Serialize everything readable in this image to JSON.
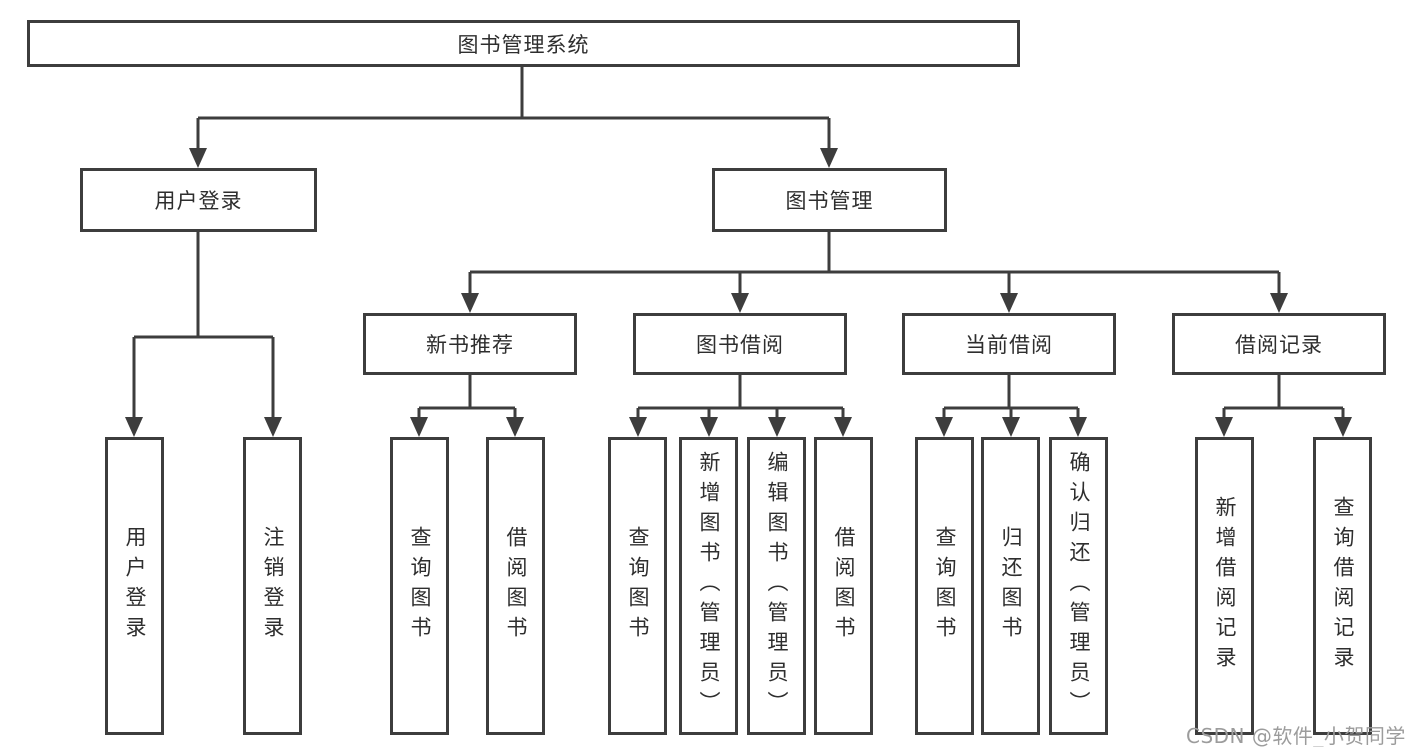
{
  "page": {
    "watermark": "CSDN @软件_小贺同学",
    "colors": {
      "background": "#ffffff",
      "line": "#3d3d3d",
      "box_border": "#3d3d3d",
      "text": "#2e2e2e",
      "watermark": "#9c9c9c"
    }
  },
  "diagram": {
    "root": {
      "label": "图书管理系统"
    },
    "level2": [
      {
        "label": "用户登录",
        "parent": "图书管理系统"
      },
      {
        "label": "图书管理",
        "parent": "图书管理系统"
      }
    ],
    "level3": [
      {
        "label": "新书推荐",
        "parent": "图书管理"
      },
      {
        "label": "图书借阅",
        "parent": "图书管理"
      },
      {
        "label": "当前借阅",
        "parent": "图书管理"
      },
      {
        "label": "借阅记录",
        "parent": "图书管理"
      }
    ],
    "leaves": [
      {
        "label": "用户登录",
        "parent": "用户登录"
      },
      {
        "label": "注销登录",
        "parent": "用户登录"
      },
      {
        "label": "查询图书",
        "parent": "新书推荐"
      },
      {
        "label": "借阅图书",
        "parent": "新书推荐"
      },
      {
        "label": "查询图书",
        "parent": "图书借阅"
      },
      {
        "label": "新增图书（管理员）",
        "parent": "图书借阅"
      },
      {
        "label": "编辑图书（管理员）",
        "parent": "图书借阅"
      },
      {
        "label": "借阅图书",
        "parent": "图书借阅"
      },
      {
        "label": "查询图书",
        "parent": "当前借阅"
      },
      {
        "label": "归还图书",
        "parent": "当前借阅"
      },
      {
        "label": "确认归还（管理员）",
        "parent": "当前借阅"
      },
      {
        "label": "新增借阅记录",
        "parent": "借阅记录"
      },
      {
        "label": "查询借阅记录",
        "parent": "借阅记录"
      }
    ]
  }
}
